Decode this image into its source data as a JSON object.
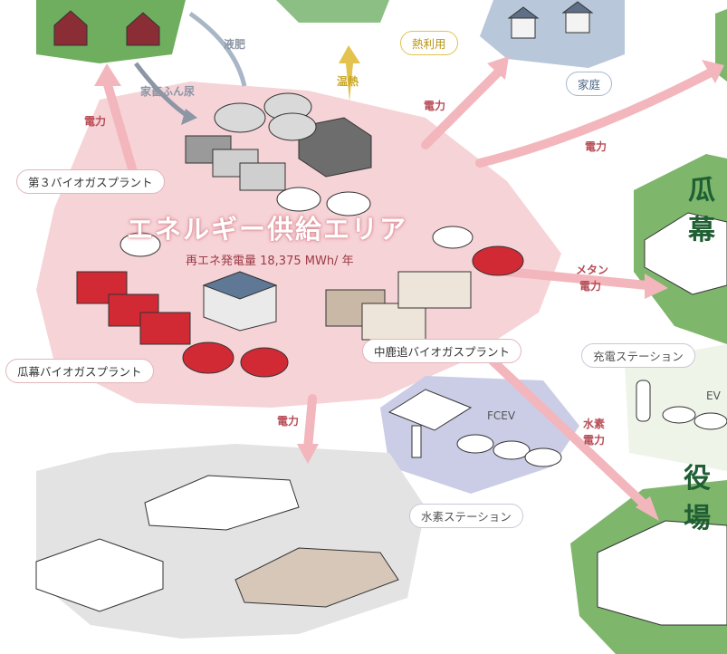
{
  "area": {
    "title": "エネルギー供給エリア",
    "subtitle": "再エネ発電量 18,375 MWh/ 年"
  },
  "plants": {
    "third": "第３バイオガスプラント",
    "urimaku": "瓜幕バイオガスプラント",
    "nakashikaoi": "中鹿追バイオガスプラント"
  },
  "destinations": {
    "home": "家庭",
    "heat_use": "熱利用",
    "charging_station": "充電ステーション",
    "hydrogen_station": "水素ステーション",
    "urimaku_partial": "瓜幕",
    "office_partial": "役場"
  },
  "flows": {
    "liquid_fertilizer": "液肥",
    "livestock_manure": "家畜ふん尿",
    "heat": "温熱",
    "power_left": "電力",
    "power_top": "電力",
    "power_right": "電力",
    "methane": "メタン",
    "methane_power": "電力",
    "hydrogen": "水素",
    "hydrogen_power": "電力",
    "power_bottom": "電力"
  },
  "vehicle_tags": {
    "fcev": "FCEV",
    "ev": "EV"
  },
  "colors": {
    "energy_area": "#f6d3d7",
    "arrow_pink": "#f2b6bc",
    "label_red": "#b74c56",
    "green_region": "#6fae5e",
    "gray_region": "#e3e3e3",
    "blue_region": "#b8c7d9",
    "purple_region": "#cbcde6",
    "red_roof": "#d22a35"
  }
}
